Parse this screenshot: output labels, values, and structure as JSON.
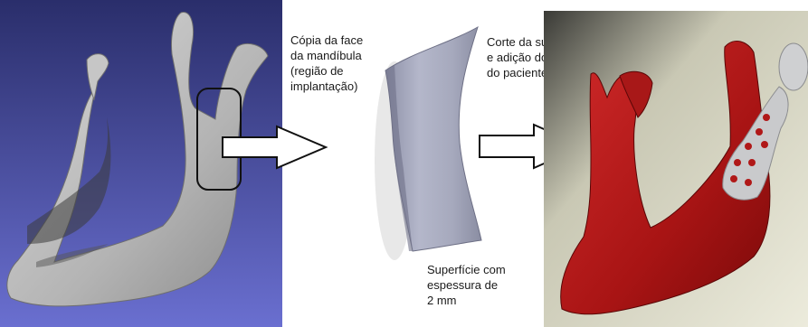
{
  "captions": {
    "copy_face": "Cópia da face\nda mandíbula\n(região de\nimplantação)",
    "cut_surface": "Corte da superfície\ne adição do côndilo\ndo paciente",
    "surface_thickness": "Superfície com\nespessura de\n2 mm"
  },
  "colors": {
    "left_bg_top": "#2a2e6b",
    "left_bg_bottom": "#6a6fd0",
    "mandible_gray": "#b8b8b8",
    "surface_gray": "#a7aabd",
    "right_bg": "#dcdbc8",
    "mandible_red": "#b01818",
    "implant_gray": "#c9cacc"
  },
  "icons": {
    "arrow_1": "hollow-right-arrow",
    "arrow_2": "hollow-right-arrow",
    "highlight": "rounded-rectangle-highlight"
  }
}
